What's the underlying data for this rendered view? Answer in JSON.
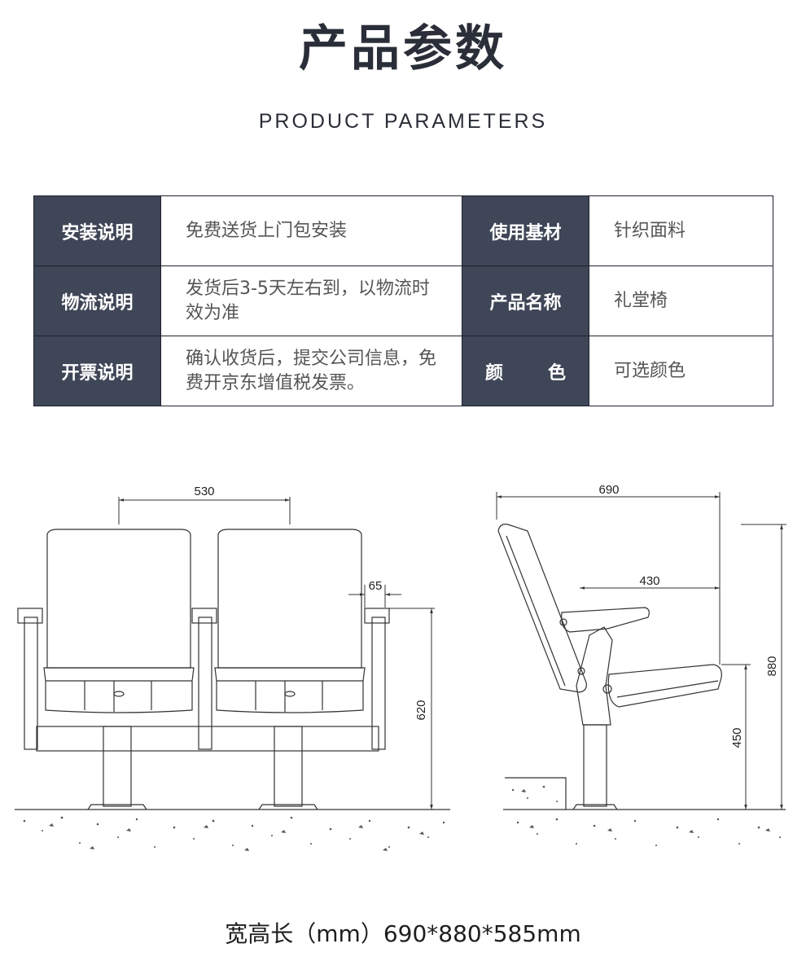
{
  "header": {
    "title": "产品参数",
    "subtitle": "PRODUCT PARAMETERS"
  },
  "params": {
    "rows": [
      {
        "label1": "安装说明",
        "value1": "免费送货上门包安装",
        "label2": "使用基材",
        "value2": "针织面料"
      },
      {
        "label1": "物流说明",
        "value1": "发货后3-5天左右到，以物流时效为准",
        "label2": "产品名称",
        "value2": "礼堂椅"
      },
      {
        "label1": "开票说明",
        "value1": "确认收货后，提交公司信息，免费开京东增值税发票。",
        "label2a": "颜",
        "label2b": "色",
        "value2": "可选颜色"
      }
    ]
  },
  "front_view": {
    "dim_seat_width": "530",
    "dim_arm_width": "65",
    "dim_height": "620"
  },
  "side_view": {
    "dim_depth": "690",
    "dim_seat_depth": "430",
    "dim_total_height": "880",
    "dim_seat_height": "450"
  },
  "caption": "宽高长（mm）690*880*585mm"
}
